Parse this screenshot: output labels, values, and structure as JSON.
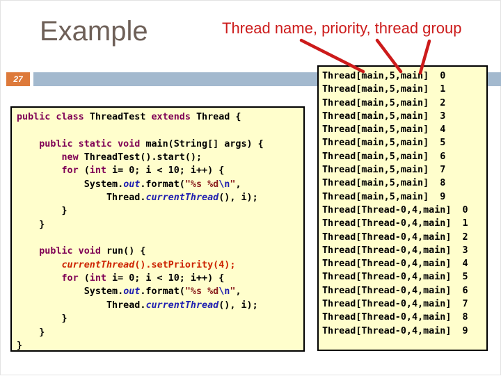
{
  "slide": {
    "title": "Example",
    "annotation": "Thread name, priority, thread group",
    "page_number": "27"
  },
  "colors": {
    "accent_bar": "#a3b9ce",
    "badge": "#dd7a3b",
    "annotation_red": "#cc1b1b",
    "box_bg": "#fffecc",
    "keyword": "#7f0055",
    "member": "#2020b0",
    "string": "#8a1f1f",
    "highlight": "#cc2200"
  },
  "code": {
    "lines": [
      [
        [
          "k",
          "public class "
        ],
        [
          "p",
          "ThreadTest "
        ],
        [
          "k",
          "extends"
        ],
        [
          "p",
          " Thread {"
        ]
      ],
      [],
      [
        [
          "p",
          "    "
        ],
        [
          "k",
          "public static void "
        ],
        [
          "p",
          "main(String[] args) {"
        ]
      ],
      [
        [
          "p",
          "        "
        ],
        [
          "k",
          "new "
        ],
        [
          "p",
          "ThreadTest().start();"
        ]
      ],
      [
        [
          "p",
          "        "
        ],
        [
          "k",
          "for "
        ],
        [
          "p",
          "("
        ],
        [
          "k",
          "int"
        ],
        [
          "p",
          " i= 0; i < 10; i++) {"
        ]
      ],
      [
        [
          "p",
          "            System."
        ],
        [
          "i",
          "out"
        ],
        [
          "p",
          ".format("
        ],
        [
          "s",
          "\"%s %d"
        ],
        [
          "e",
          "\\n"
        ],
        [
          "s",
          "\""
        ],
        [
          "p",
          ","
        ]
      ],
      [
        [
          "p",
          "                Thread."
        ],
        [
          "i",
          "currentThread"
        ],
        [
          "p",
          "(), i);"
        ]
      ],
      [
        [
          "p",
          "        }"
        ]
      ],
      [
        [
          "p",
          "    }"
        ]
      ],
      [],
      [
        [
          "p",
          "    "
        ],
        [
          "k",
          "public void "
        ],
        [
          "p",
          "run() {"
        ]
      ],
      [
        [
          "p",
          "        "
        ],
        [
          "ri",
          "currentThread"
        ],
        [
          "r",
          "().setPriority(4);"
        ]
      ],
      [
        [
          "p",
          "        "
        ],
        [
          "k",
          "for "
        ],
        [
          "p",
          "("
        ],
        [
          "k",
          "int"
        ],
        [
          "p",
          " i= 0; i < 10; i++) {"
        ]
      ],
      [
        [
          "p",
          "            System."
        ],
        [
          "i",
          "out"
        ],
        [
          "p",
          ".format("
        ],
        [
          "s",
          "\"%s %d"
        ],
        [
          "e",
          "\\n"
        ],
        [
          "s",
          "\""
        ],
        [
          "p",
          ","
        ]
      ],
      [
        [
          "p",
          "                Thread."
        ],
        [
          "i",
          "currentThread"
        ],
        [
          "p",
          "(), i);"
        ]
      ],
      [
        [
          "p",
          "        }"
        ]
      ],
      [
        [
          "p",
          "    }"
        ]
      ],
      [
        [
          "p",
          "}"
        ]
      ]
    ]
  },
  "output": {
    "lines": [
      "Thread[main,5,main]  0",
      "Thread[main,5,main]  1",
      "Thread[main,5,main]  2",
      "Thread[main,5,main]  3",
      "Thread[main,5,main]  4",
      "Thread[main,5,main]  5",
      "Thread[main,5,main]  6",
      "Thread[main,5,main]  7",
      "Thread[main,5,main]  8",
      "Thread[main,5,main]  9",
      "Thread[Thread-0,4,main]  0",
      "Thread[Thread-0,4,main]  1",
      "Thread[Thread-0,4,main]  2",
      "Thread[Thread-0,4,main]  3",
      "Thread[Thread-0,4,main]  4",
      "Thread[Thread-0,4,main]  5",
      "Thread[Thread-0,4,main]  6",
      "Thread[Thread-0,4,main]  7",
      "Thread[Thread-0,4,main]  8",
      "Thread[Thread-0,4,main]  9"
    ]
  }
}
